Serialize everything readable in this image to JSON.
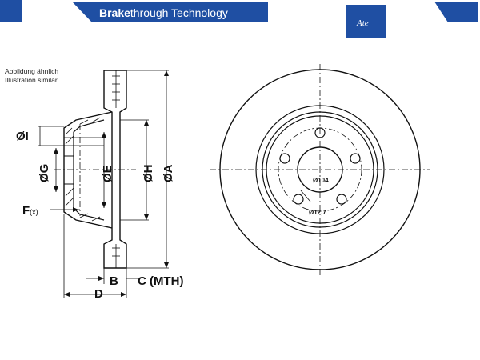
{
  "header": {
    "brand_bold": "Brake",
    "brand_rest": "through Technology",
    "logo_text": "Ate",
    "colors": {
      "brand_blue": "#1f4fa3",
      "line": "#111111"
    }
  },
  "note": {
    "line1": "Abbildung ähnlich",
    "line2": "Illustration similar"
  },
  "labels": {
    "dia_I": "ØI",
    "dia_G": "ØG",
    "dia_E": "ØE",
    "dia_H": "ØH",
    "dia_A": "ØA",
    "F": "F",
    "F_sub": "(x)",
    "B": "B",
    "C": "C (MTH)",
    "D": "D",
    "pcd": "Ø104",
    "hole": "Ø12,7"
  }
}
